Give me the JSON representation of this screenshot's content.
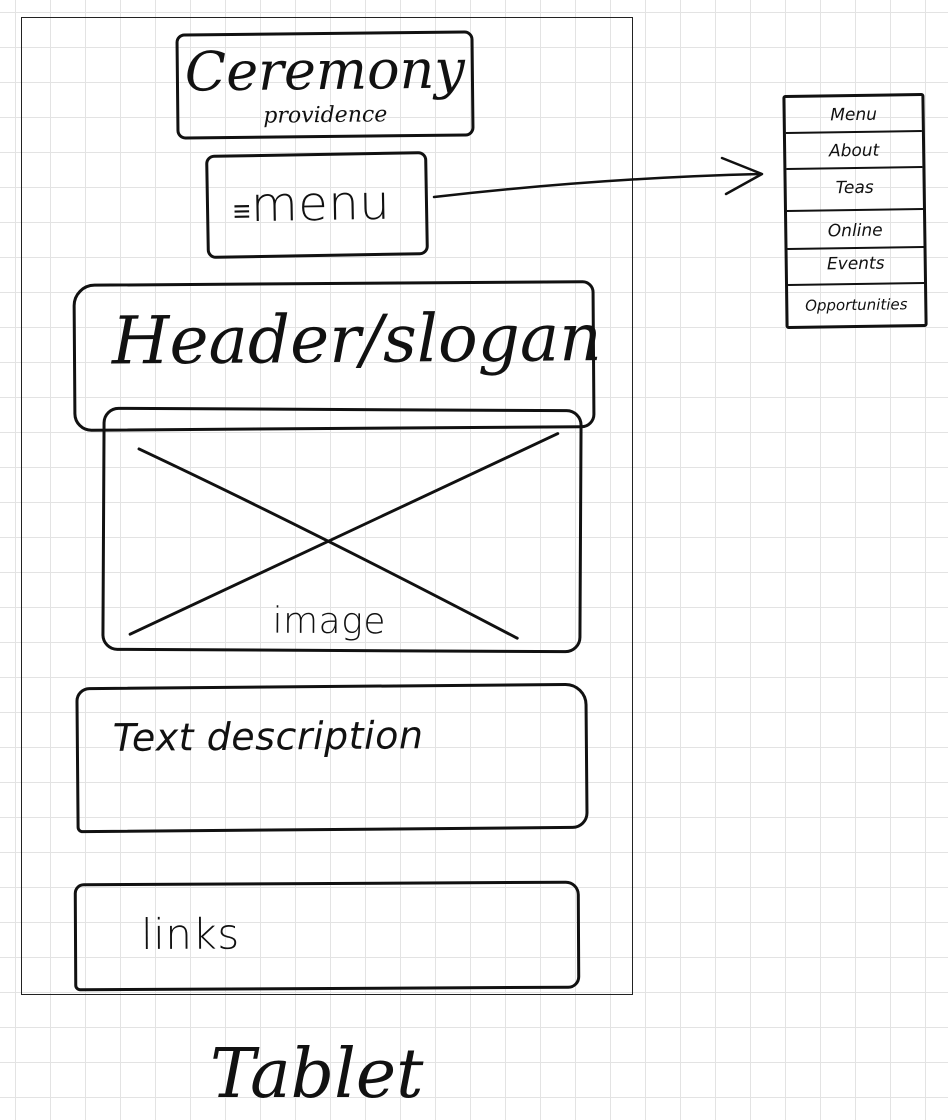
{
  "sketch": {
    "logo": {
      "title": "Ceremony",
      "subtitle": "providence"
    },
    "menu_button": {
      "icon": "hamburger-menu-icon",
      "glyph": "≡",
      "label": "menu"
    },
    "header": {
      "label": "Header/slogan"
    },
    "image_placeholder": {
      "label": "image",
      "icon": "crossed-box-image-placeholder"
    },
    "text_block": {
      "label": "Text description"
    },
    "links_block": {
      "label": "links"
    },
    "device_label": "Tablet",
    "nav_menu": {
      "items": [
        {
          "label": "Menu"
        },
        {
          "label": "About"
        },
        {
          "label": "Teas"
        },
        {
          "label": "Online"
        },
        {
          "label": "Events"
        },
        {
          "label": "Opportunities"
        }
      ]
    }
  }
}
